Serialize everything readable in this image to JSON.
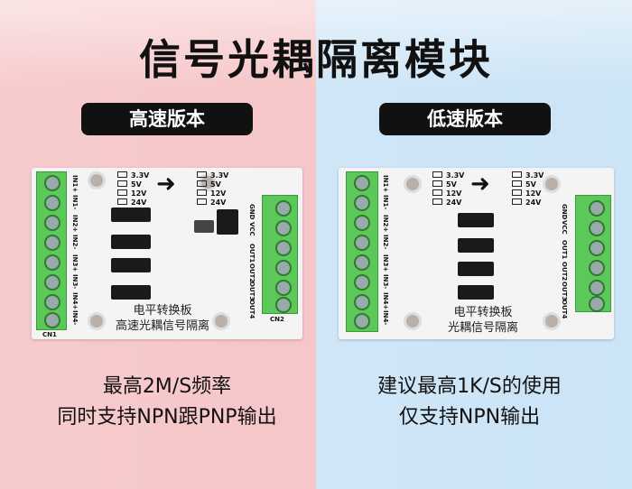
{
  "title": "信号光耦隔离模块",
  "left": {
    "badge": "高速版本",
    "board": {
      "voltages": [
        "3.3V",
        "5V",
        "12V",
        "24V"
      ],
      "inputs": [
        "IN1+",
        "IN1-",
        "IN2+",
        "IN2-",
        "IN3+",
        "IN3-",
        "IN4+",
        "IN4-"
      ],
      "outputs": [
        "GND",
        "VCC",
        "OUT1",
        "OUT2",
        "OUT3",
        "OUT4"
      ],
      "line1": "电平转换板",
      "line2": "高速光耦信号隔离",
      "cn1": "CN1",
      "cn2": "CN2"
    },
    "caption_lines": [
      "最高2M/S频率",
      "同时支持NPN跟PNP输出"
    ]
  },
  "right": {
    "badge": "低速版本",
    "board": {
      "voltages": [
        "3.3V",
        "5V",
        "12V",
        "24V"
      ],
      "inputs": [
        "IN1+",
        "IN1-",
        "IN2+",
        "IN2-",
        "IN3+",
        "IN3-",
        "IN4+",
        "IN4-"
      ],
      "outputs": [
        "GND",
        "VCC",
        "OUT1",
        "OUT2",
        "OUT3",
        "OUT4"
      ],
      "line1": "电平转换板",
      "line2": "光耦信号隔离"
    },
    "caption_lines": [
      "建议最高1K/S的使用",
      "仅支持NPN输出"
    ]
  }
}
